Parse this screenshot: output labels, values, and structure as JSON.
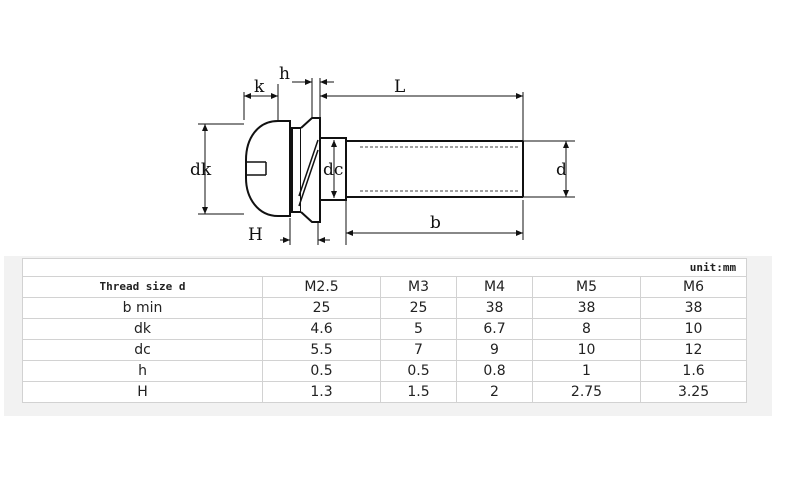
{
  "diagram": {
    "labels": {
      "k": "k",
      "h": "h",
      "L": "L",
      "dk": "dk",
      "dc": "dc",
      "d": "d",
      "b": "b",
      "H": "H"
    }
  },
  "table": {
    "unit": "unit:mm",
    "header": [
      "Thread size d",
      "M2.5",
      "M3",
      "M4",
      "M5",
      "M6"
    ],
    "rows": [
      [
        "b min",
        "25",
        "25",
        "38",
        "38",
        "38"
      ],
      [
        "dk",
        "4.6",
        "5",
        "6.7",
        "8",
        "10"
      ],
      [
        "dc",
        "5.5",
        "7",
        "9",
        "10",
        "12"
      ],
      [
        "h",
        "0.5",
        "0.5",
        "0.8",
        "1",
        "1.6"
      ],
      [
        "H",
        "1.3",
        "1.5",
        "2",
        "2.75",
        "3.25"
      ]
    ]
  }
}
